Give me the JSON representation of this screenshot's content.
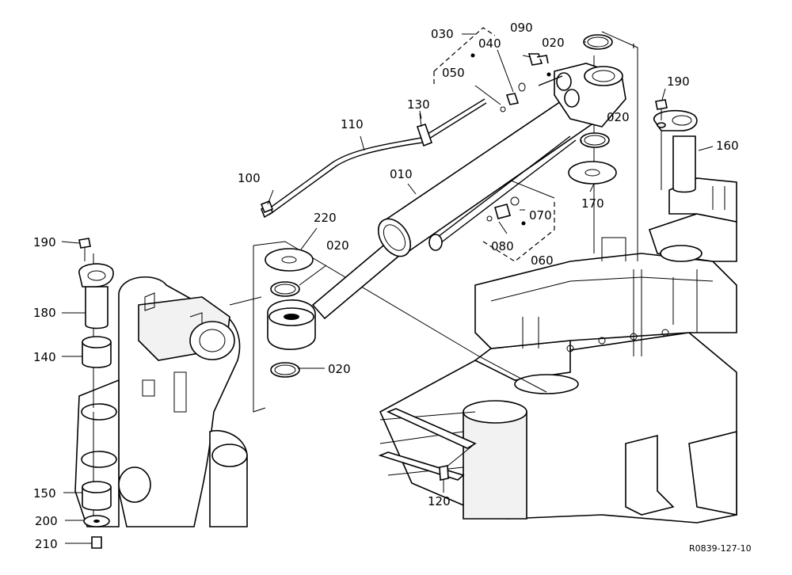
{
  "drawing": {
    "reference": "R0839-127-10",
    "callouts": {
      "c010": "010",
      "c020_a": "020",
      "c020_b": "020",
      "c020_c": "020",
      "c020_d": "020",
      "c030": "030",
      "c040": "040",
      "c050": "050",
      "c060": "060",
      "c070": "070",
      "c080": "080",
      "c090": "090",
      "c100": "100",
      "c110": "110",
      "c120": "120",
      "c130": "130",
      "c140": "140",
      "c150": "150",
      "c160": "160",
      "c170": "170",
      "c180": "180",
      "c190_a": "190",
      "c190_b": "190",
      "c200": "200",
      "c210": "210",
      "c220": "220"
    }
  }
}
